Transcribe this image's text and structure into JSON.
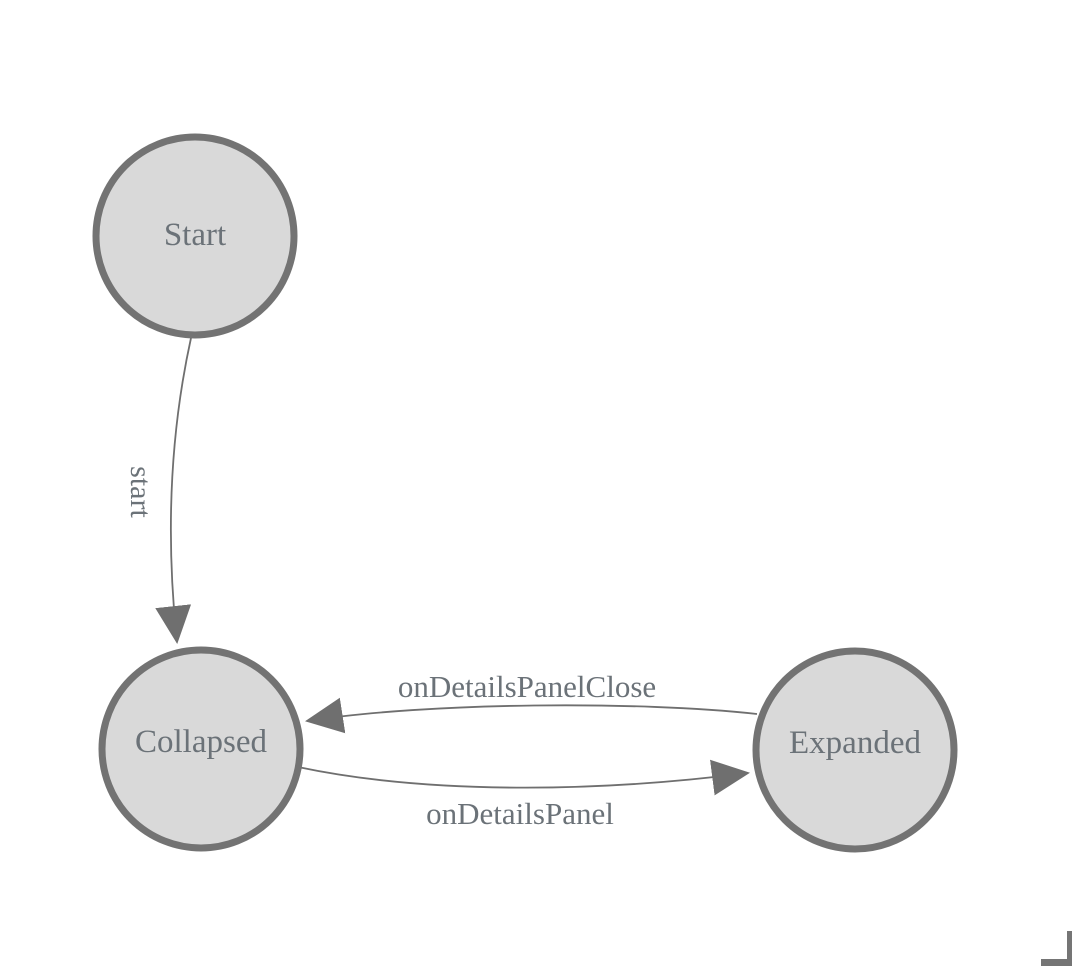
{
  "colors": {
    "background": "#ffffff",
    "node-fill": "#d9d9d9",
    "node-stroke": "#737373",
    "edge-stroke": "#6f6f6f",
    "label-color": "#6b7278",
    "corner-color": "#757575"
  },
  "diagram": {
    "type": "state-machine",
    "nodes": [
      {
        "id": "start",
        "label": "Start"
      },
      {
        "id": "collapsed",
        "label": "Collapsed"
      },
      {
        "id": "expanded",
        "label": "Expanded"
      }
    ],
    "edges": [
      {
        "id": "start-to-collapsed",
        "from": "Start",
        "to": "Collapsed",
        "label": "start"
      },
      {
        "id": "expanded-to-collapsed",
        "from": "Expanded",
        "to": "Collapsed",
        "label": "onDetailsPanelClose"
      },
      {
        "id": "collapsed-to-expanded",
        "from": "Collapsed",
        "to": "Expanded",
        "label": "onDetailsPanel"
      }
    ]
  }
}
